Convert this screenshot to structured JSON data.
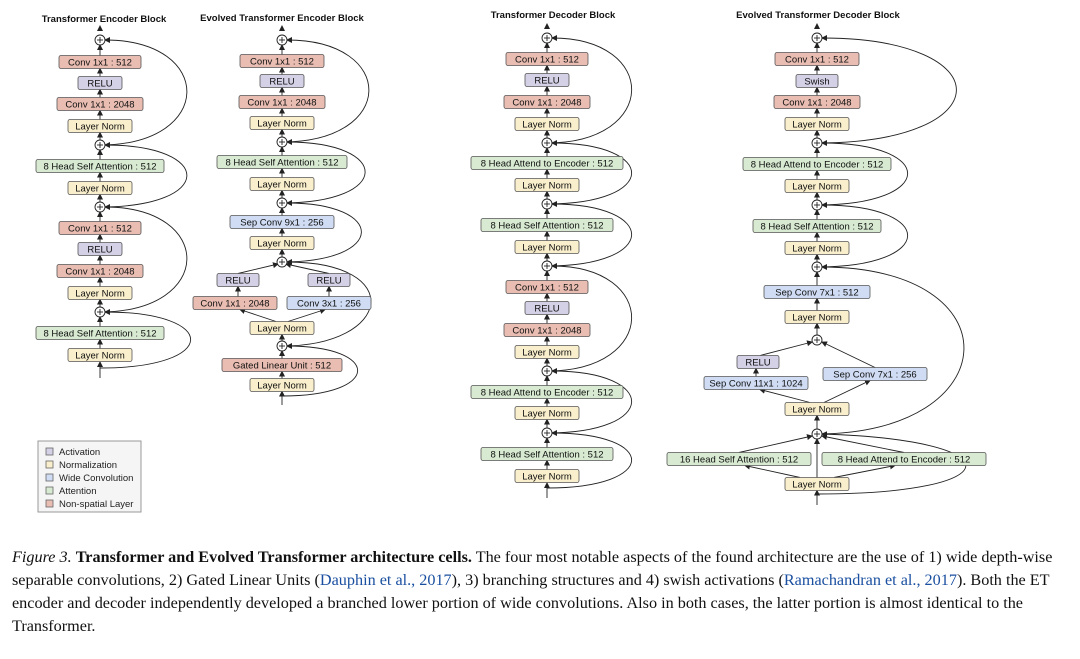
{
  "titles": {
    "enc": "Transformer Encoder Block",
    "eenc": "Evolved Transformer Encoder Block",
    "dec": "Transformer Decoder Block",
    "edec": "Evolved Transformer Decoder Block"
  },
  "colors": {
    "activation": "#d4d0e6",
    "normalization": "#faefcc",
    "wide_convolution": "#cfdcf3",
    "attention": "#d8ebd2",
    "non_spatial": "#e9bdb2",
    "stroke": "#555555",
    "line": "#222222",
    "citation": "#1a4fa0"
  },
  "legend": [
    {
      "type": "activation",
      "label": "Activation"
    },
    {
      "type": "normalization",
      "label": "Normalization"
    },
    {
      "type": "wide_convolution",
      "label": "Wide Convolution"
    },
    {
      "type": "attention",
      "label": "Attention"
    },
    {
      "type": "non_spatial",
      "label": "Non-spatial Layer"
    }
  ],
  "boxes": {
    "enc": [
      {
        "type": "non_spatial",
        "text": "Conv 1x1 : 512"
      },
      {
        "type": "activation",
        "text": "RELU"
      },
      {
        "type": "non_spatial",
        "text": "Conv 1x1 : 2048"
      },
      {
        "type": "normalization",
        "text": "Layer Norm"
      },
      {
        "type": "attention",
        "text": "8 Head Self Attention : 512"
      },
      {
        "type": "normalization",
        "text": "Layer Norm"
      },
      {
        "type": "non_spatial",
        "text": "Conv 1x1 : 512"
      },
      {
        "type": "activation",
        "text": "RELU"
      },
      {
        "type": "non_spatial",
        "text": "Conv 1x1 : 2048"
      },
      {
        "type": "normalization",
        "text": "Layer Norm"
      },
      {
        "type": "attention",
        "text": "8 Head Self Attention : 512"
      },
      {
        "type": "normalization",
        "text": "Layer Norm"
      }
    ],
    "eenc": [
      {
        "type": "non_spatial",
        "text": "Conv 1x1 : 512"
      },
      {
        "type": "activation",
        "text": "RELU"
      },
      {
        "type": "non_spatial",
        "text": "Conv 1x1 : 2048"
      },
      {
        "type": "normalization",
        "text": "Layer Norm"
      },
      {
        "type": "attention",
        "text": "8 Head Self Attention : 512"
      },
      {
        "type": "normalization",
        "text": "Layer Norm"
      },
      {
        "type": "wide_convolution",
        "text": "Sep Conv 9x1 : 256"
      },
      {
        "type": "normalization",
        "text": "Layer Norm"
      },
      {
        "type": "activation",
        "text": "RELU"
      },
      {
        "type": "activation",
        "text": "RELU"
      },
      {
        "type": "non_spatial",
        "text": "Conv 1x1 : 2048"
      },
      {
        "type": "wide_convolution",
        "text": "Conv 3x1 : 256"
      },
      {
        "type": "normalization",
        "text": "Layer Norm"
      },
      {
        "type": "non_spatial",
        "text": "Gated Linear Unit : 512"
      },
      {
        "type": "normalization",
        "text": "Layer Norm"
      }
    ],
    "dec": [
      {
        "type": "non_spatial",
        "text": "Conv 1x1 : 512"
      },
      {
        "type": "activation",
        "text": "RELU"
      },
      {
        "type": "non_spatial",
        "text": "Conv 1x1 : 2048"
      },
      {
        "type": "normalization",
        "text": "Layer Norm"
      },
      {
        "type": "attention",
        "text": "8 Head Attend to Encoder : 512"
      },
      {
        "type": "normalization",
        "text": "Layer Norm"
      },
      {
        "type": "attention",
        "text": "8 Head Self Attention : 512"
      },
      {
        "type": "normalization",
        "text": "Layer Norm"
      },
      {
        "type": "non_spatial",
        "text": "Conv 1x1 : 512"
      },
      {
        "type": "activation",
        "text": "RELU"
      },
      {
        "type": "non_spatial",
        "text": "Conv 1x1 : 2048"
      },
      {
        "type": "normalization",
        "text": "Layer Norm"
      },
      {
        "type": "attention",
        "text": "8 Head Attend to Encoder : 512"
      },
      {
        "type": "normalization",
        "text": "Layer Norm"
      },
      {
        "type": "attention",
        "text": "8 Head Self Attention : 512"
      },
      {
        "type": "normalization",
        "text": "Layer Norm"
      }
    ],
    "edec": [
      {
        "type": "non_spatial",
        "text": "Conv 1x1 : 512"
      },
      {
        "type": "activation",
        "text": "Swish"
      },
      {
        "type": "non_spatial",
        "text": "Conv 1x1 : 2048"
      },
      {
        "type": "normalization",
        "text": "Layer Norm"
      },
      {
        "type": "attention",
        "text": "8 Head Attend to Encoder : 512"
      },
      {
        "type": "normalization",
        "text": "Layer Norm"
      },
      {
        "type": "attention",
        "text": "8 Head Self Attention : 512"
      },
      {
        "type": "normalization",
        "text": "Layer Norm"
      },
      {
        "type": "wide_convolution",
        "text": "Sep Conv 7x1 : 512"
      },
      {
        "type": "normalization",
        "text": "Layer Norm"
      },
      {
        "type": "activation",
        "text": "RELU"
      },
      {
        "type": "wide_convolution",
        "text": "Sep Conv 11x1 : 1024"
      },
      {
        "type": "wide_convolution",
        "text": "Sep Conv 7x1 : 256"
      },
      {
        "type": "normalization",
        "text": "Layer Norm"
      },
      {
        "type": "attention",
        "text": "16 Head Self Attention : 512"
      },
      {
        "type": "attention",
        "text": "8 Head Attend to Encoder : 512"
      },
      {
        "type": "normalization",
        "text": "Layer Norm"
      }
    ]
  },
  "caption": {
    "fig_label": "Figure 3.",
    "title": "Transformer and Evolved Transformer architecture cells.",
    "t1": " The four most notable aspects of the found architecture are the use of 1) wide depth-wise separable convolutions, 2) Gated Linear Units (",
    "cite1": "Dauphin et al., 2017",
    "t2": "), 3) branching structures and 4) swish activations (",
    "cite2": "Ramachandran et al., 2017",
    "t3": "). Both the ET encoder and decoder independently developed a branched lower portion of wide convolutions. Also in both cases, the latter portion is almost identical to the Transformer."
  }
}
